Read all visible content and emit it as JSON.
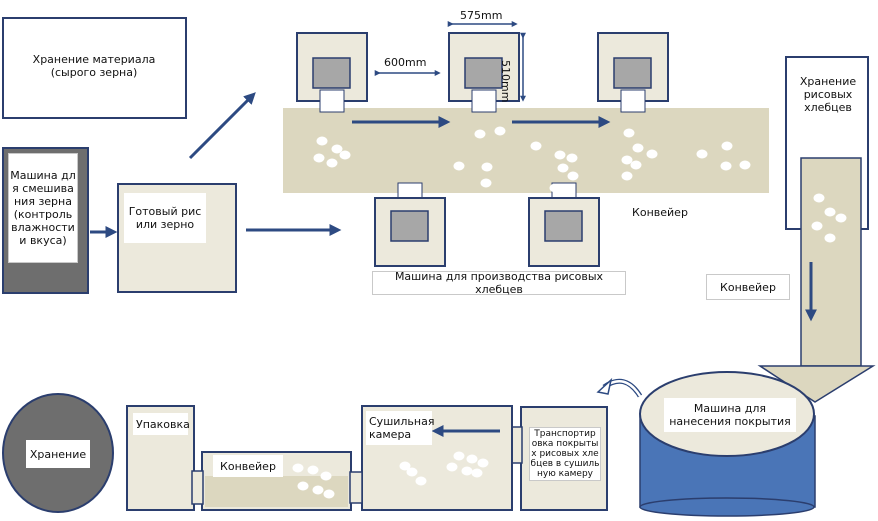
{
  "colors": {
    "beige": "#ece9dc",
    "tan": "#dcd7bf",
    "grey": "#a7a7a7",
    "dark_grey": "#6e6e6e",
    "navy": "#2b3e6e",
    "arrow": "#2d4a82",
    "blue": "#4a75b7"
  },
  "labels": {
    "raw_storage": "Хранение материала\n(сырого зерна)",
    "mixer": "Машина дл\nя смешива\nния зерна\n(контроль\nвлажности\nи вкуса)",
    "ready": "Готовый рис\nили зерно",
    "conveyor_main": "Конвейер",
    "production_machine": "Машина для производства рисовых хлебцев",
    "cake_storage": "Хранение\nрисовых\nхлебцев",
    "conveyor_side": "Конвейер",
    "coating": "Машина для\nнанесения покрытия",
    "transport": "Транспортир\nовка покрыты\nх рисовых хле\nбцев в сушиль\nную камеру",
    "drying": "Сушильная\nкамера",
    "conveyor_bottom": "Конвейер",
    "packing": "Упаковка",
    "storage": "Хранение"
  },
  "dimensions": {
    "gap": "600mm",
    "width": "575mm",
    "height": "510mm"
  }
}
